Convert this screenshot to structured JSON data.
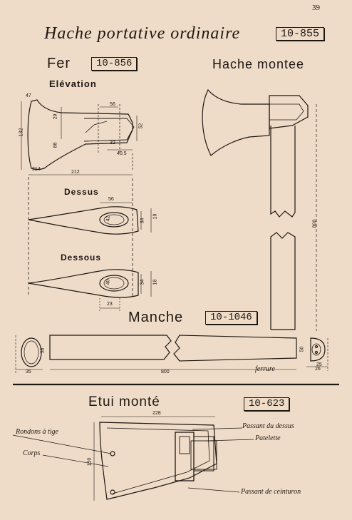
{
  "page_number": "39",
  "title": "Hache portative ordinaire",
  "title_ref": "10-855",
  "fer": {
    "label": "Fer",
    "ref": "10-856",
    "elevation_label": "Elévation",
    "dessus_label": "Dessus",
    "dessous_label": "Dessous"
  },
  "hache_montee": {
    "label": "Hache montee"
  },
  "manche": {
    "label": "Manche",
    "ref": "10-1046",
    "ferrure_label": "ferrure"
  },
  "etui": {
    "label": "Etui monté",
    "ref": "10-623",
    "callouts": {
      "rondons": "Rondons à tige",
      "corps": "Corps",
      "passant_dessus": "Passant du dessus",
      "patelette": "Patelette",
      "passant_ceinturon": "Passant de ceinturon"
    }
  },
  "dimensions": {
    "elev_top_left": "47",
    "elev_height": "132",
    "elev_56": "56",
    "elev_29": "29",
    "elev_88": "88",
    "elev_52": "52",
    "elev_32": "32",
    "elev_40": "40.5",
    "elev_base": "214",
    "elev_length": "212",
    "dessus_56": "56",
    "dessus_42": "42",
    "dessus_34": "34",
    "dessus_19": "19",
    "dessous_40": "40",
    "dessous_34": "34",
    "dessous_18": "18",
    "dessous_23": "23",
    "montee_800": "800",
    "manche_35": "35",
    "manche_38": "38",
    "manche_25": "25",
    "manche_800": "800",
    "manche_50": "50",
    "manche_26": "26",
    "etui_228": "228",
    "etui_150": "150"
  }
}
